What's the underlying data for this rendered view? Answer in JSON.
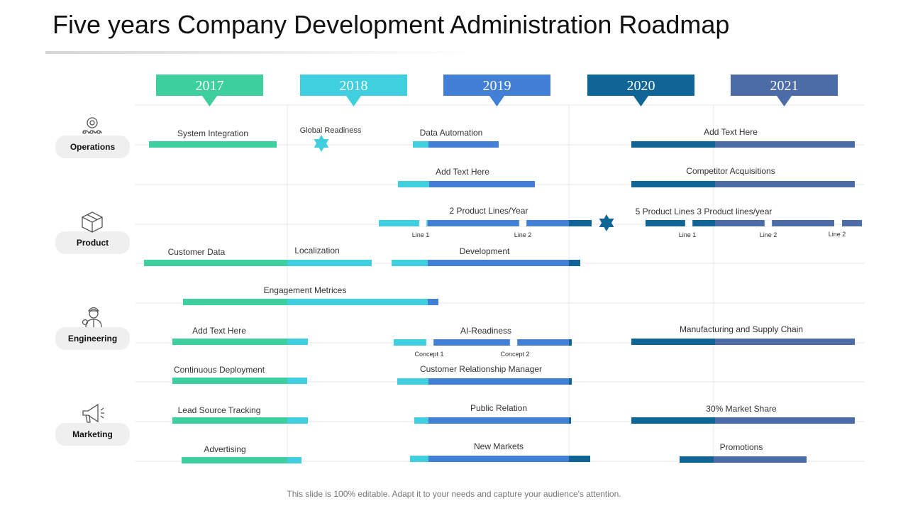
{
  "title": "Five years Company Development Administration Roadmap",
  "footer": "This slide is 100% editable. Adapt it to your needs and capture your audience's attention.",
  "colors": {
    "teal": "#3ecf9e",
    "cyan": "#3fcfdf",
    "blue": "#4180d6",
    "navy": "#0f6596",
    "slate": "#4c6ca8"
  },
  "years": [
    {
      "label": "2017",
      "color": "teal"
    },
    {
      "label": "2018",
      "color": "cyan"
    },
    {
      "label": "2019",
      "color": "blue"
    },
    {
      "label": "2020",
      "color": "navy"
    },
    {
      "label": "2021",
      "color": "slate"
    }
  ],
  "categories": [
    {
      "label": "Operations",
      "icon": "gear-people-icon"
    },
    {
      "label": "Product",
      "icon": "box-icon"
    },
    {
      "label": "Engineering",
      "icon": "engineer-icon"
    },
    {
      "label": "Marketing",
      "icon": "megaphone-icon"
    }
  ],
  "tasks": [
    {
      "label": "System Integration"
    },
    {
      "label": "Global Readiness"
    },
    {
      "label": "Data Automation"
    },
    {
      "label": "Add Text Here"
    },
    {
      "label": "Add Text Here"
    },
    {
      "label": "Competitor Acquisitions"
    },
    {
      "label": "2 Product Lines/Year"
    },
    {
      "label": "5 Product Lines 3 Product lines/year"
    },
    {
      "label": "Customer Data"
    },
    {
      "label": "Localization"
    },
    {
      "label": "Development"
    },
    {
      "label": "Engagement Metrices"
    },
    {
      "label": "Add Text Here"
    },
    {
      "label": "AI-Readiness"
    },
    {
      "label": "Manufacturing and Supply Chain"
    },
    {
      "label": "Continuous Deployment"
    },
    {
      "label": "Customer Relationship Manager"
    },
    {
      "label": "Lead Source Tracking"
    },
    {
      "label": "Public Relation"
    },
    {
      "label": "30% Market Share"
    },
    {
      "label": "Advertising"
    },
    {
      "label": "New Markets"
    },
    {
      "label": "Promotions"
    }
  ],
  "sublabels": [
    "Line 1",
    "Line 2",
    "Line 1",
    "Line 2",
    "Line 2",
    "Concept 1",
    "Concept 2"
  ]
}
